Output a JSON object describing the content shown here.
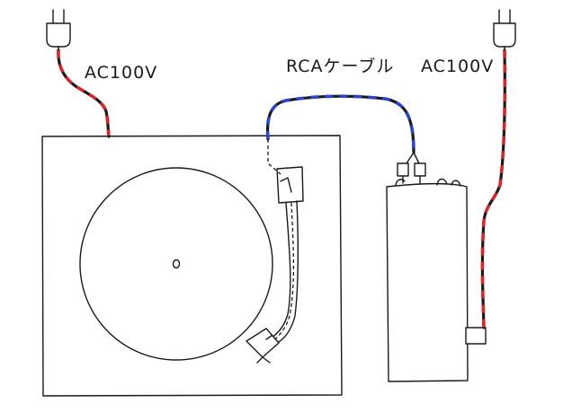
{
  "labels": {
    "ac_left": "AC100V",
    "rca": "RCAケーブル",
    "ac_right": "AC100V"
  },
  "colors": {
    "power_cable": "#d9262c",
    "signal_cable": "#2e45c8",
    "ink": "#1a1a1a"
  },
  "icons": [
    "power-plug-icon",
    "rca-plug-icon"
  ]
}
